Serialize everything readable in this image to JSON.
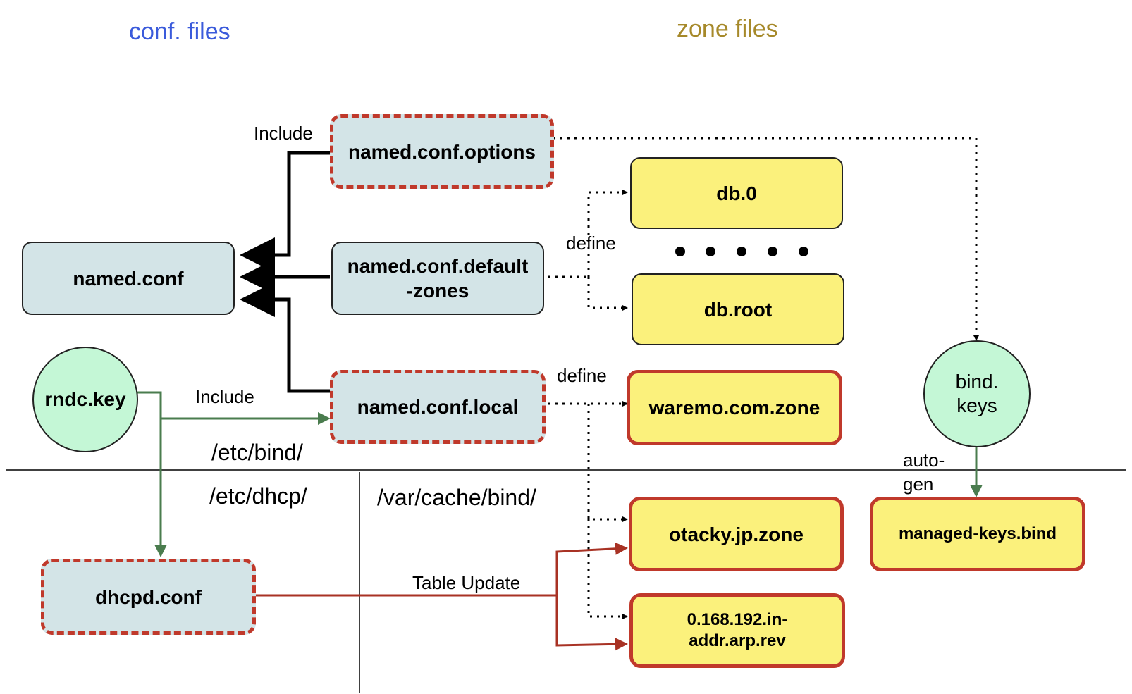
{
  "headings": {
    "conf_files": "conf. files",
    "zone_files": "zone files",
    "conf_color": "#3b5bdb",
    "zone_color": "#a6892a"
  },
  "paths": {
    "etc_bind": "/etc/bind/",
    "etc_dhcp": "/etc/dhcp/",
    "var_cache_bind": "/var/cache/bind/"
  },
  "nodes": {
    "named_conf": "named.conf",
    "named_conf_options": "named.conf.options",
    "named_conf_default_zones_line1": "named.conf.default",
    "named_conf_default_zones_line2": "-zones",
    "named_conf_local": "named.conf.local",
    "rndc_key": "rndc.key",
    "dhcpd_conf": "dhcpd.conf",
    "db_0": "db.0",
    "db_root": "db.root",
    "waremo_zone": "waremo.com.zone",
    "otacky_zone": "otacky.jp.zone",
    "rev_zone_line1": "0.168.192.in-",
    "rev_zone_line2": "addr.arp.rev",
    "bind_keys_line1": "bind.",
    "bind_keys_line2": "keys",
    "managed_keys": "managed-keys.bind"
  },
  "edges": {
    "include_top": "Include",
    "include_rndc": "Include",
    "define_default": "define",
    "define_local": "define",
    "auto_gen_line1": "auto-",
    "auto_gen_line2": "gen",
    "table_update": "Table Update"
  },
  "colors": {
    "conf_fill": "#d3e4e7",
    "zone_fill": "#fbf17c",
    "key_fill": "#c4f7d6",
    "red_border": "#c0392b",
    "green_arrow": "#4a7c4e"
  }
}
